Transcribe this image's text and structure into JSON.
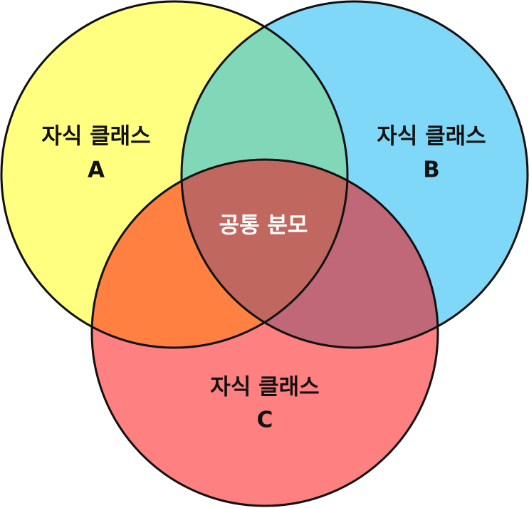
{
  "diagram": {
    "type": "venn-3",
    "colors": {
      "a_only": "#FFFF80",
      "b_only": "#80D8F8",
      "c_only": "#FF8080",
      "ab": "#80D8B8",
      "ac": "#FF8040",
      "bc": "#C06878",
      "abc": "#C06860",
      "outline": "#111111",
      "dark_text": "#111111",
      "light_text": "#FFFFFF"
    },
    "sets": [
      {
        "id": "A",
        "label_line1": "자식 클래스",
        "label_line2": "A"
      },
      {
        "id": "B",
        "label_line1": "자식 클래스",
        "label_line2": "B"
      },
      {
        "id": "C",
        "label_line1": "자식 클래스",
        "label_line2": "C"
      }
    ],
    "intersection_label": "공통 분모"
  }
}
